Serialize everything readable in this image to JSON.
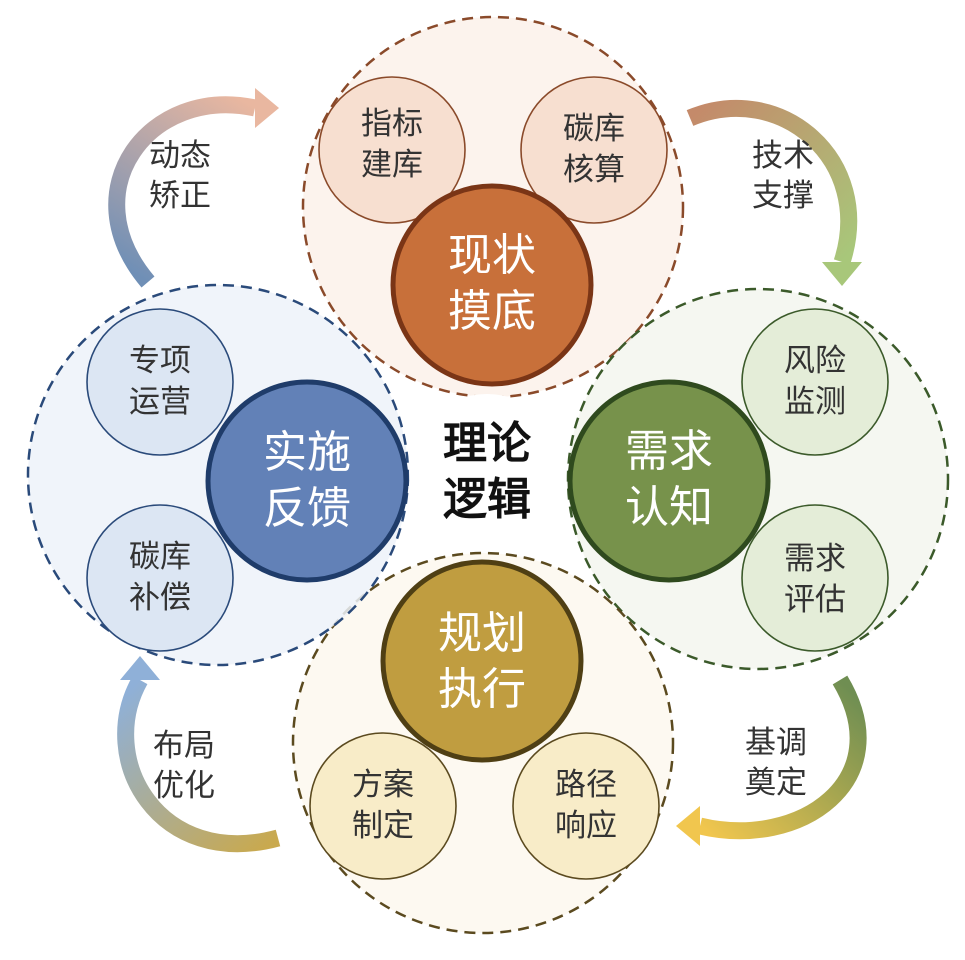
{
  "center": {
    "line1": "理论",
    "line2": "逻辑"
  },
  "petals": {
    "top": {
      "hub": {
        "line1": "现状",
        "line2": "摸底"
      },
      "sat1": {
        "line1": "指标",
        "line2": "建库"
      },
      "sat2": {
        "line1": "碳库",
        "line2": "核算"
      },
      "colors": {
        "hub": "#c8703a",
        "hub_stroke": "#7a3516",
        "petal_fill": "#fbf1ea",
        "petal_stroke": "#8a4a2a",
        "sat_fill": "#f7dfd0",
        "sat_stroke": "#8a4a2a"
      }
    },
    "right": {
      "hub": {
        "line1": "需求",
        "line2": "认知"
      },
      "sat1": {
        "line1": "风险",
        "line2": "监测"
      },
      "sat2": {
        "line1": "需求",
        "line2": "评估"
      },
      "colors": {
        "hub": "#77924b",
        "hub_stroke": "#2f4a1e",
        "petal_fill": "#f3f6ee",
        "petal_stroke": "#3b5a2a",
        "sat_fill": "#e4edd8",
        "sat_stroke": "#3b5a2a"
      }
    },
    "bottom": {
      "hub": {
        "line1": "规划",
        "line2": "执行"
      },
      "sat1": {
        "line1": "方案",
        "line2": "制定"
      },
      "sat2": {
        "line1": "路径",
        "line2": "响应"
      },
      "colors": {
        "hub": "#c09d40",
        "hub_stroke": "#4f3f14",
        "petal_fill": "#fdf8ee",
        "petal_stroke": "#5b4a1f",
        "sat_fill": "#f8ecc8",
        "sat_stroke": "#5b4a1f"
      }
    },
    "left": {
      "hub": {
        "line1": "实施",
        "line2": "反馈"
      },
      "sat1": {
        "line1": "专项",
        "line2": "运营"
      },
      "sat2": {
        "line1": "碳库",
        "line2": "补偿"
      },
      "colors": {
        "hub": "#6281b7",
        "hub_stroke": "#1f3c6a",
        "petal_fill": "#edf2f9",
        "petal_stroke": "#2a4a7a",
        "sat_fill": "#dce6f3",
        "sat_stroke": "#2a4a7a"
      }
    }
  },
  "arrows": {
    "top_left": {
      "line1": "动态",
      "line2": "矫正",
      "colors": [
        "#6f8fb6",
        "#e9b7a0"
      ]
    },
    "top_right": {
      "line1": "技术",
      "line2": "支撑",
      "colors": [
        "#c48a6a",
        "#a8c77a"
      ]
    },
    "bottom_right": {
      "line1": "基调",
      "line2": "奠定",
      "colors": [
        "#6f8e52",
        "#f1c64e"
      ]
    },
    "bottom_left": {
      "line1": "布局",
      "line2": "优化",
      "colors": [
        "#c9a94e",
        "#8fb0d8"
      ]
    }
  }
}
